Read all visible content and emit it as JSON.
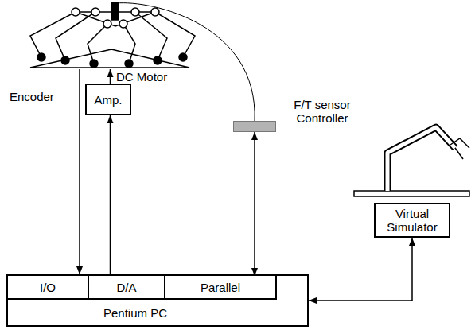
{
  "diagram": {
    "nodes": [
      {
        "text": [
          "Amp."
        ]
      },
      {
        "text": [
          "F/T sensor Controller"
        ]
      },
      {
        "text": [
          "Virtual Simulator"
        ]
      },
      {
        "text": [
          "Pentium PC"
        ]
      },
      {
        "text": [
          "I/O"
        ],
        "in": 3
      },
      {
        "text": [
          "D/A"
        ],
        "in": 3
      },
      {
        "text": [
          "Parallel"
        ],
        "in": 3
      }
    ],
    "edges": [
      {
        "from": 5,
        "to": 0,
        "arrow": "to"
      },
      {
        "from": 6,
        "to": 1,
        "arrow": "both"
      },
      {
        "from": 3,
        "to": 2,
        "arrow": "both"
      }
    ],
    "labels": [
      "Encoder",
      "DC Motor"
    ]
  }
}
